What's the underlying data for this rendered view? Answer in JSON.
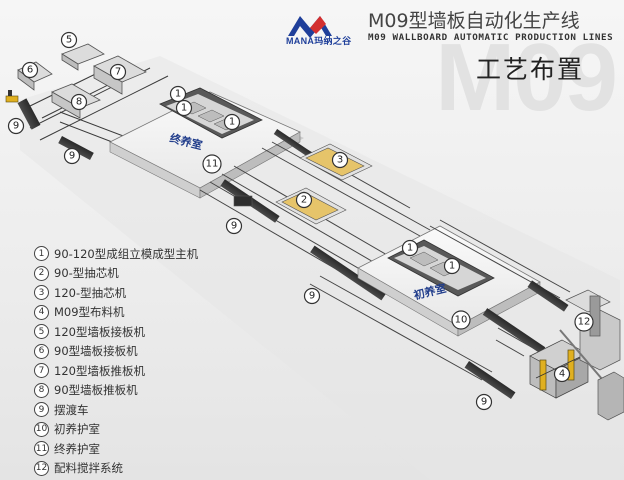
{
  "brand": {
    "logo_text": "MANA玛纳之谷"
  },
  "header": {
    "title_cn": "M09型墙板自动化生产线",
    "title_en": "M09 WALLBOARD AUTOMATIC PRODUCTION LINES",
    "subtitle": "工艺布置",
    "watermark": "M09"
  },
  "rooms": {
    "final_curing": "终养室",
    "initial_curing": "初养室"
  },
  "legend": [
    {
      "num": "1",
      "label": "90-120型成组立模成型主机"
    },
    {
      "num": "2",
      "label": "90-型抽芯机"
    },
    {
      "num": "3",
      "label": "120-型抽芯机"
    },
    {
      "num": "4",
      "label": "M09型布料机"
    },
    {
      "num": "5",
      "label": "120型墙板接板机"
    },
    {
      "num": "6",
      "label": "90型墙板接板机"
    },
    {
      "num": "7",
      "label": "120型墙板推板机"
    },
    {
      "num": "8",
      "label": "90型墙板推板机"
    },
    {
      "num": "9",
      "label": "摆渡车"
    },
    {
      "num": "10",
      "label": "初养护室"
    },
    {
      "num": "11",
      "label": "终养护室"
    },
    {
      "num": "12",
      "label": "配料搅拌系统"
    }
  ],
  "callouts": [
    {
      "id": "c5",
      "num": "5"
    },
    {
      "id": "c6",
      "num": "6"
    },
    {
      "id": "c7",
      "num": "7"
    },
    {
      "id": "c8",
      "num": "8"
    },
    {
      "id": "c9a",
      "num": "9"
    },
    {
      "id": "c9b",
      "num": "9"
    },
    {
      "id": "c1a",
      "num": "1"
    },
    {
      "id": "c1b",
      "num": "1"
    },
    {
      "id": "c1c",
      "num": "1"
    },
    {
      "id": "c11",
      "num": "11"
    },
    {
      "id": "c3",
      "num": "3"
    },
    {
      "id": "c2",
      "num": "2"
    },
    {
      "id": "c9c",
      "num": "9"
    },
    {
      "id": "c1d",
      "num": "1"
    },
    {
      "id": "c1e",
      "num": "1"
    },
    {
      "id": "c10",
      "num": "10"
    },
    {
      "id": "c9d",
      "num": "9"
    },
    {
      "id": "c12",
      "num": "12"
    },
    {
      "id": "c4",
      "num": "4"
    },
    {
      "id": "c9e",
      "num": "9"
    }
  ]
}
